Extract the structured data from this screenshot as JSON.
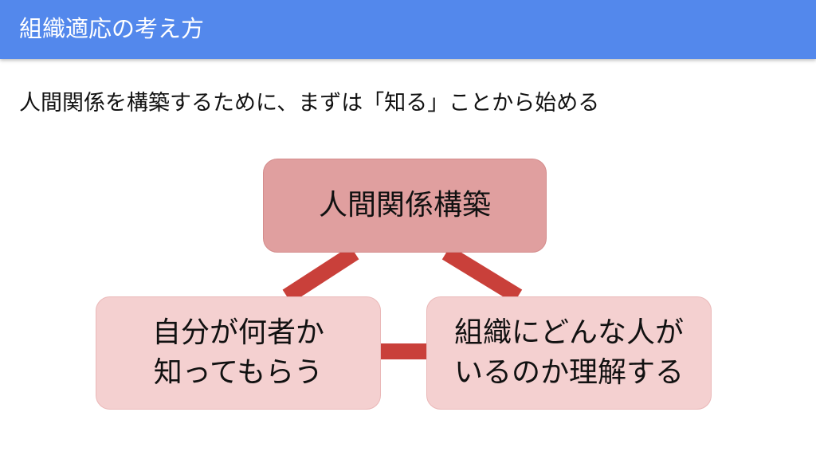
{
  "header": {
    "title": "組織適応の考え方",
    "color": "#5388ec"
  },
  "subtitle": "人間関係を構築するために、まずは「知る」ことから始める",
  "diagram": {
    "top_node": {
      "lines": [
        "人間関係構築"
      ]
    },
    "left_node": {
      "lines": [
        "自分が何者か",
        "知ってもらう"
      ]
    },
    "right_node": {
      "lines": [
        "組織にどんな人が",
        "いるのか理解する"
      ]
    },
    "connector_color": "#c9403a",
    "top_node_color": "#e09f9f",
    "bottom_node_color": "#f4d0d0"
  }
}
